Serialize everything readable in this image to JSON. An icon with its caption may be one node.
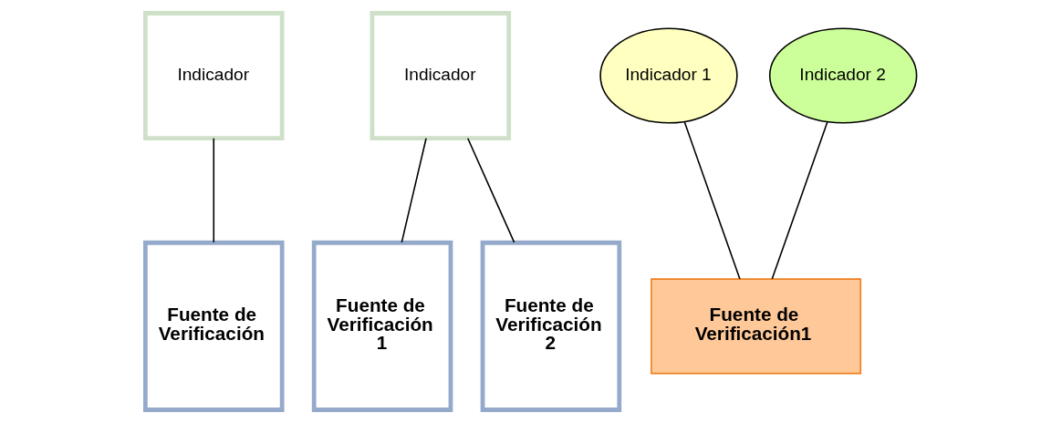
{
  "diagram": {
    "nodes": [
      {
        "text": [
          "Indicador"
        ]
      },
      {
        "text": [
          "Fuente de Verificación"
        ]
      },
      {
        "text": [
          "Indicador"
        ]
      },
      {
        "text": [
          "Fuente de Verificación 1"
        ]
      },
      {
        "text": [
          "Fuente de Verificación 2"
        ]
      },
      {
        "text": [
          "Indicador 1"
        ]
      },
      {
        "text": [
          "Indicador 2"
        ]
      },
      {
        "text": [
          "Fuente de Verificación1"
        ]
      }
    ],
    "edges": [
      {
        "from": 0,
        "to": 1,
        "arrow": "none"
      },
      {
        "from": 2,
        "to": 3,
        "arrow": "none"
      },
      {
        "from": 2,
        "to": 4,
        "arrow": "none"
      },
      {
        "from": 5,
        "to": 7,
        "arrow": "none"
      },
      {
        "from": 6,
        "to": 7,
        "arrow": "none"
      }
    ]
  }
}
